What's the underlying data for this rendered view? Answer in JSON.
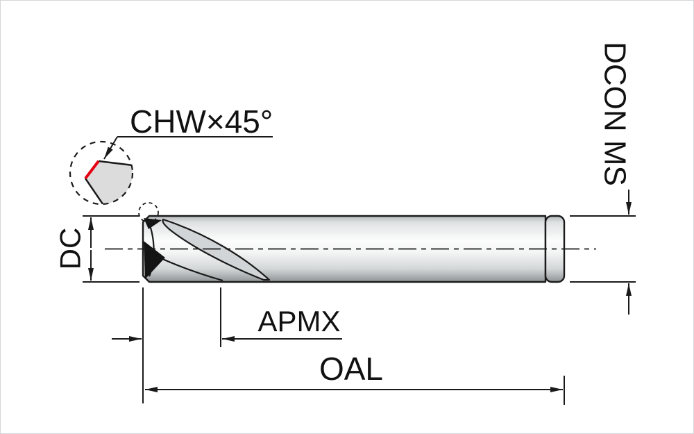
{
  "diagram": {
    "type": "end-mill-dimension-drawing",
    "labels": {
      "chamfer_width": "CHW×45°",
      "cutting_diameter": "DC",
      "connection_diameter": "DCON MS",
      "max_depth_of_cut": "APMX",
      "overall_length": "OAL"
    },
    "colors": {
      "line": "#1a1a1a",
      "chamfer_highlight": "#e60012",
      "metal_light": "#fcfcfc",
      "metal_mid": "#dfe2e3",
      "metal_dark": "#8f9396",
      "background": "#ffffff"
    }
  }
}
